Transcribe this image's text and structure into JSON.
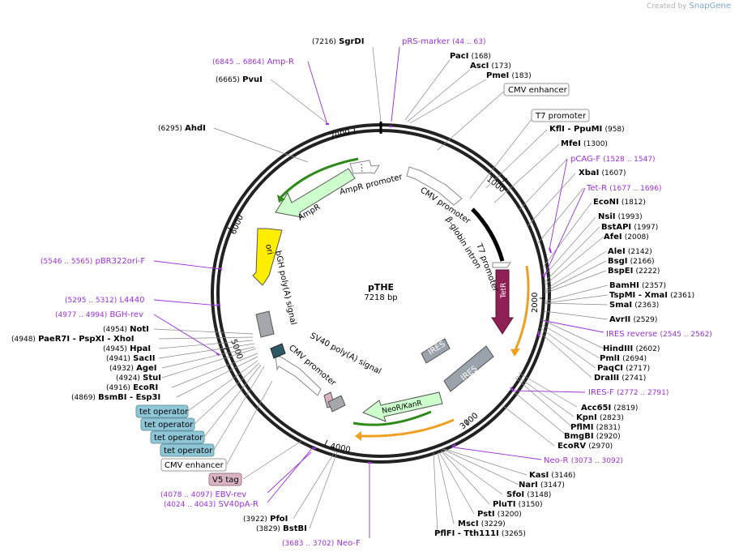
{
  "credit": {
    "prefix": "Created by",
    "brand": "SnapGene"
  },
  "plasmid": {
    "name": "pTHE",
    "length_label": "7218 bp",
    "length": 7218
  },
  "ruler": [
    "1000",
    "2000",
    "3000",
    "4000",
    "5000",
    "6000",
    "7000"
  ],
  "sites": [
    {
      "pos": "(7216)",
      "name": "SgrDI"
    },
    {
      "pos": "(168)",
      "name": "PacI"
    },
    {
      "pos": "(173)",
      "name": "AscI"
    },
    {
      "pos": "(183)",
      "name": "PmeI"
    },
    {
      "pos": "(958)",
      "name": "KflI - PpuMI"
    },
    {
      "pos": "(1300)",
      "name": "MfeI"
    },
    {
      "pos": "(1607)",
      "name": "XbaI"
    },
    {
      "pos": "(1812)",
      "name": "EcoNI"
    },
    {
      "pos": "(1993)",
      "name": "NsiI"
    },
    {
      "pos": "(1997)",
      "name": "BstAPI"
    },
    {
      "pos": "(2008)",
      "name": "AfeI"
    },
    {
      "pos": "(2142)",
      "name": "AleI"
    },
    {
      "pos": "(2166)",
      "name": "BsgI"
    },
    {
      "pos": "(2222)",
      "name": "BspEI"
    },
    {
      "pos": "(2357)",
      "name": "BamHI"
    },
    {
      "pos": "(2361)",
      "name": "TspMI - XmaI"
    },
    {
      "pos": "(2363)",
      "name": "SmaI"
    },
    {
      "pos": "(2529)",
      "name": "AvrII"
    },
    {
      "pos": "(2602)",
      "name": "HindIII"
    },
    {
      "pos": "(2694)",
      "name": "PmlI"
    },
    {
      "pos": "(2717)",
      "name": "PaqCI"
    },
    {
      "pos": "(2741)",
      "name": "DraIII"
    },
    {
      "pos": "(2819)",
      "name": "Acc65I"
    },
    {
      "pos": "(2823)",
      "name": "KpnI"
    },
    {
      "pos": "(2831)",
      "name": "PflMI"
    },
    {
      "pos": "(2920)",
      "name": "BmgBI"
    },
    {
      "pos": "(2970)",
      "name": "EcoRV"
    },
    {
      "pos": "(3146)",
      "name": "KasI"
    },
    {
      "pos": "(3147)",
      "name": "NarI"
    },
    {
      "pos": "(3148)",
      "name": "SfoI"
    },
    {
      "pos": "(3150)",
      "name": "PluTI"
    },
    {
      "pos": "(3200)",
      "name": "PstI"
    },
    {
      "pos": "(3229)",
      "name": "MscI"
    },
    {
      "pos": "(3265)",
      "name": "PflFI - Tth111I"
    },
    {
      "pos": "(3829)",
      "name": "BstBI"
    },
    {
      "pos": "(3922)",
      "name": "PfoI"
    },
    {
      "pos": "(4869)",
      "name": "BsmBI - Esp3I"
    },
    {
      "pos": "(4916)",
      "name": "EcoRI"
    },
    {
      "pos": "(4924)",
      "name": "StuI"
    },
    {
      "pos": "(4932)",
      "name": "AgeI"
    },
    {
      "pos": "(4941)",
      "name": "SacII"
    },
    {
      "pos": "(4945)",
      "name": "HpaI"
    },
    {
      "pos": "(4948)",
      "name": "PaeR7I - PspXI - XhoI"
    },
    {
      "pos": "(4954)",
      "name": "NotI"
    },
    {
      "pos": "(6295)",
      "name": "AhdI"
    },
    {
      "pos": "(6665)",
      "name": "PvuI"
    }
  ],
  "primers": [
    {
      "name": "pRS-marker",
      "range": "(44 .. 63)"
    },
    {
      "name": "pCAG-F",
      "range": "(1528 .. 1547)"
    },
    {
      "name": "Tet-R",
      "range": "(1677 .. 1696)"
    },
    {
      "name": "IRES reverse",
      "range": "(2545 .. 2562)"
    },
    {
      "name": "IRES-F",
      "range": "(2772 .. 2791)"
    },
    {
      "name": "Neo-R",
      "range": "(3073 .. 3092)"
    },
    {
      "name": "Neo-F",
      "range": "(3683 .. 3702)"
    },
    {
      "name": "SV40pA-R",
      "range": "(4024 .. 4043)"
    },
    {
      "name": "EBV-rev",
      "range": "(4078 .. 4097)"
    },
    {
      "name": "BGH-rev",
      "range": "(4977 .. 4994)"
    },
    {
      "name": "L4440",
      "range": "(5295 .. 5312)"
    },
    {
      "name": "pBR322ori-F",
      "range": "(5546 .. 5565)"
    },
    {
      "name": "Amp-R",
      "range": "(6845 .. 6864)"
    }
  ],
  "boxed_labels": [
    "CMV enhancer",
    "T7 promoter",
    "tet operator",
    "tet operator",
    "tet operator",
    "tet operator",
    "CMV enhancer",
    "V5 tag"
  ],
  "features": [
    "AmpR promoter",
    "AmpR",
    "ori",
    "bGH poly(A) signal",
    "CMV promoter",
    "SV40 poly(A) signal",
    "CMV promoter",
    "β-globin intron",
    "T7 promoter",
    "TetR",
    "IRES",
    "IRES",
    "NeoR/KanR"
  ],
  "colors": {
    "primer": "#9b30d8",
    "tetR": "#8e2055",
    "ampR": "#ccffcc",
    "ori": "#ffee00",
    "ires": "#9aa3ab",
    "tetop": "#8ec6d6",
    "v5": "#d9b3c4",
    "orange": "#f0a020",
    "green_arrow": "#2e8b1a"
  }
}
